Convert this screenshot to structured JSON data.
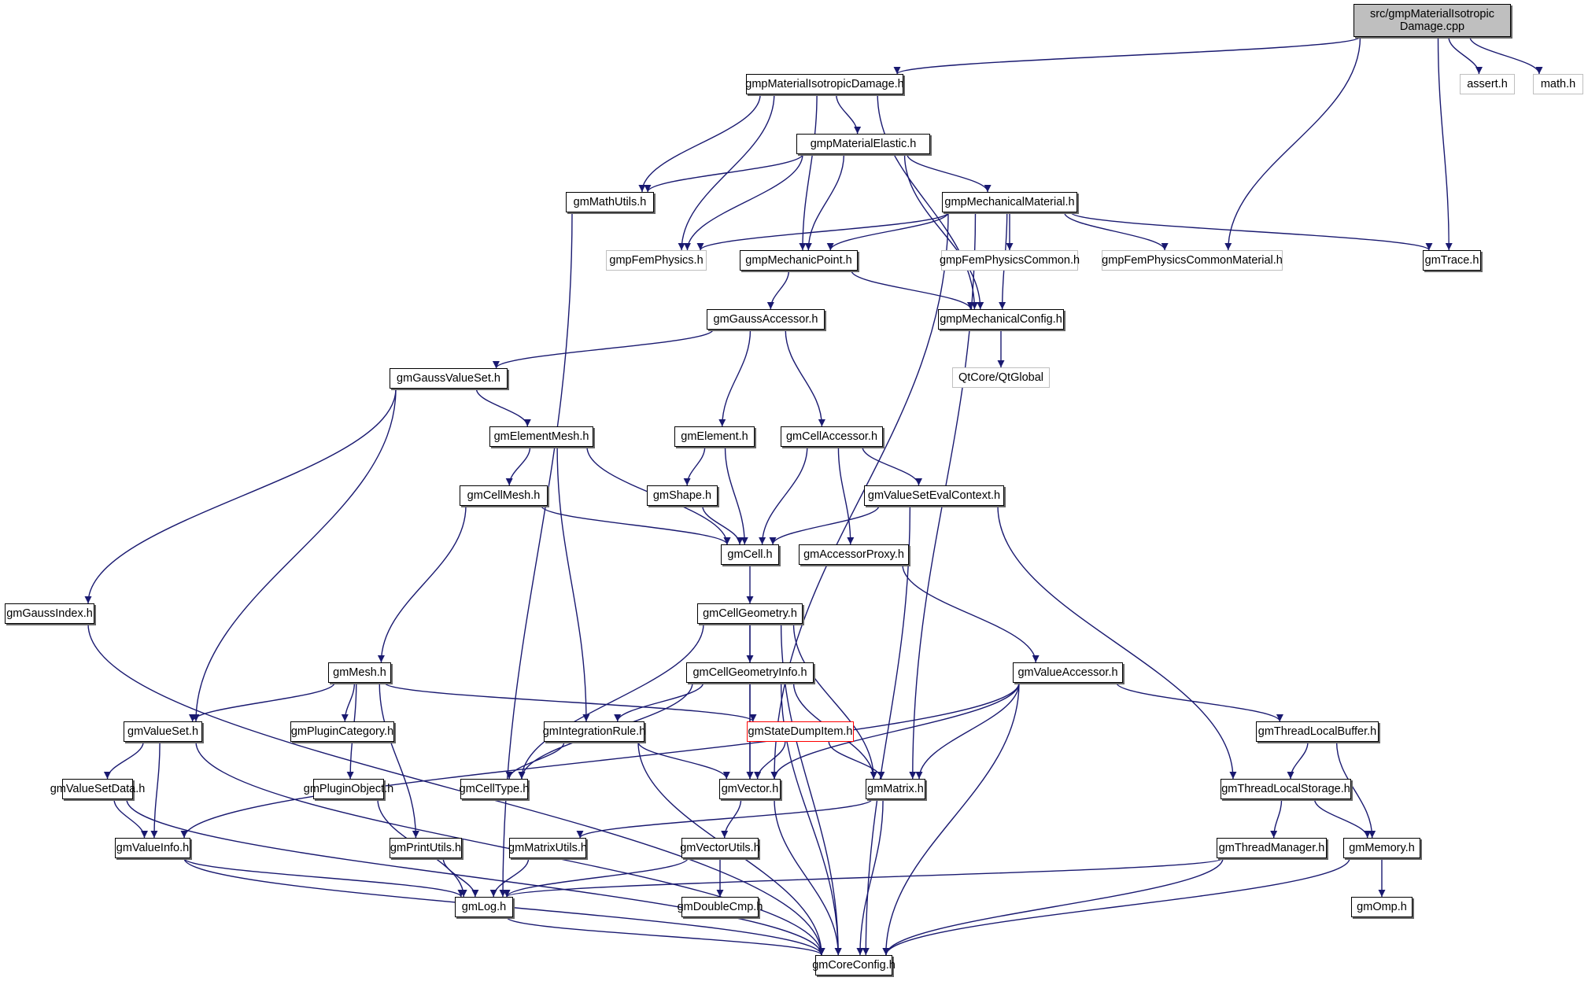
{
  "title": "Include dependency graph for src/gmpMaterialIsotropicDamage.cpp",
  "colors": {
    "edge": "#191970",
    "root_fill": "#bfbfbf",
    "external_border": "#bfbfbf",
    "highlight_border": "#ff0000"
  },
  "nodes": [
    {
      "id": "root",
      "label": "src/gmpMaterialIsotropic Damage.cpp",
      "kind": "root"
    },
    {
      "id": "isodmg",
      "label": "gmpMaterialIsotropicDamage.h",
      "kind": "normal"
    },
    {
      "id": "assert",
      "label": "assert.h",
      "kind": "external"
    },
    {
      "id": "math",
      "label": "math.h",
      "kind": "external"
    },
    {
      "id": "elastic",
      "label": "gmpMaterialElastic.h",
      "kind": "normal"
    },
    {
      "id": "mathutils",
      "label": "gmMathUtils.h",
      "kind": "normal"
    },
    {
      "id": "mechmat",
      "label": "gmpMechanicalMaterial.h",
      "kind": "normal"
    },
    {
      "id": "femphys",
      "label": "gmpFemPhysics.h",
      "kind": "external"
    },
    {
      "id": "mechpoint",
      "label": "gmpMechanicPoint.h",
      "kind": "normal"
    },
    {
      "id": "femcommon",
      "label": "gmpFemPhysicsCommon.h",
      "kind": "external"
    },
    {
      "id": "femcommonmat",
      "label": "gmpFemPhysicsCommonMaterial.h",
      "kind": "external"
    },
    {
      "id": "trace",
      "label": "gmTrace.h",
      "kind": "normal"
    },
    {
      "id": "gaussacc",
      "label": "gmGaussAccessor.h",
      "kind": "normal"
    },
    {
      "id": "mechconfig",
      "label": "gmpMechanicalConfig.h",
      "kind": "normal"
    },
    {
      "id": "qtglobal",
      "label": "QtCore/QtGlobal",
      "kind": "external"
    },
    {
      "id": "gaussvs",
      "label": "gmGaussValueSet.h",
      "kind": "normal"
    },
    {
      "id": "elemmesh",
      "label": "gmElementMesh.h",
      "kind": "normal"
    },
    {
      "id": "element",
      "label": "gmElement.h",
      "kind": "normal"
    },
    {
      "id": "cellacc",
      "label": "gmCellAccessor.h",
      "kind": "normal"
    },
    {
      "id": "cellmesh",
      "label": "gmCellMesh.h",
      "kind": "normal"
    },
    {
      "id": "shape",
      "label": "gmShape.h",
      "kind": "normal"
    },
    {
      "id": "vsevalctx",
      "label": "gmValueSetEvalContext.h",
      "kind": "normal"
    },
    {
      "id": "gaussidx",
      "label": "gmGaussIndex.h",
      "kind": "normal"
    },
    {
      "id": "cell",
      "label": "gmCell.h",
      "kind": "normal"
    },
    {
      "id": "accproxy",
      "label": "gmAccessorProxy.h",
      "kind": "normal"
    },
    {
      "id": "cellgeom",
      "label": "gmCellGeometry.h",
      "kind": "normal"
    },
    {
      "id": "mesh",
      "label": "gmMesh.h",
      "kind": "normal"
    },
    {
      "id": "cellgeominfo",
      "label": "gmCellGeometryInfo.h",
      "kind": "normal"
    },
    {
      "id": "valacc",
      "label": "gmValueAccessor.h",
      "kind": "normal"
    },
    {
      "id": "valueset",
      "label": "gmValueSet.h",
      "kind": "normal"
    },
    {
      "id": "plugincat",
      "label": "gmPluginCategory.h",
      "kind": "normal"
    },
    {
      "id": "intrule",
      "label": "gmIntegrationRule.h",
      "kind": "normal"
    },
    {
      "id": "statedump",
      "label": "gmStateDumpItem.h",
      "kind": "red"
    },
    {
      "id": "tlbuffer",
      "label": "gmThreadLocalBuffer.h",
      "kind": "normal"
    },
    {
      "id": "vsdata",
      "label": "gmValueSetData.h",
      "kind": "normal"
    },
    {
      "id": "pluginobj",
      "label": "gmPluginObject.h",
      "kind": "normal"
    },
    {
      "id": "celltype",
      "label": "gmCellType.h",
      "kind": "normal"
    },
    {
      "id": "vector",
      "label": "gmVector.h",
      "kind": "normal"
    },
    {
      "id": "matrix",
      "label": "gmMatrix.h",
      "kind": "normal"
    },
    {
      "id": "tlstorage",
      "label": "gmThreadLocalStorage.h",
      "kind": "normal"
    },
    {
      "id": "valinfo",
      "label": "gmValueInfo.h",
      "kind": "normal"
    },
    {
      "id": "printutils",
      "label": "gmPrintUtils.h",
      "kind": "normal"
    },
    {
      "id": "matrixutils",
      "label": "gmMatrixUtils.h",
      "kind": "normal"
    },
    {
      "id": "vectorutils",
      "label": "gmVectorUtils.h",
      "kind": "normal"
    },
    {
      "id": "threadmgr",
      "label": "gmThreadManager.h",
      "kind": "normal"
    },
    {
      "id": "memory",
      "label": "gmMemory.h",
      "kind": "normal"
    },
    {
      "id": "log",
      "label": "gmLog.h",
      "kind": "normal"
    },
    {
      "id": "doublecmp",
      "label": "gmDoubleCmp.h",
      "kind": "normal"
    },
    {
      "id": "omp",
      "label": "gmOmp.h",
      "kind": "normal"
    },
    {
      "id": "coreconfig",
      "label": "gmCoreConfig.h",
      "kind": "normal"
    }
  ],
  "edges": [
    [
      "root",
      "isodmg"
    ],
    [
      "root",
      "assert"
    ],
    [
      "root",
      "math"
    ],
    [
      "root",
      "femcommonmat"
    ],
    [
      "root",
      "trace"
    ],
    [
      "isodmg",
      "elastic"
    ],
    [
      "isodmg",
      "mathutils"
    ],
    [
      "isodmg",
      "femphys"
    ],
    [
      "isodmg",
      "mechpoint"
    ],
    [
      "isodmg",
      "mechconfig"
    ],
    [
      "elastic",
      "mathutils"
    ],
    [
      "elastic",
      "femphys"
    ],
    [
      "elastic",
      "mechpoint"
    ],
    [
      "elastic",
      "mechmat"
    ],
    [
      "elastic",
      "mechconfig"
    ],
    [
      "mathutils",
      "log"
    ],
    [
      "mechmat",
      "femphys"
    ],
    [
      "mechmat",
      "mechpoint"
    ],
    [
      "mechmat",
      "femcommon"
    ],
    [
      "mechmat",
      "femcommonmat"
    ],
    [
      "mechmat",
      "trace"
    ],
    [
      "mechmat",
      "mechconfig"
    ],
    [
      "mechmat",
      "vector"
    ],
    [
      "mechmat",
      "matrix"
    ],
    [
      "mechpoint",
      "gaussacc"
    ],
    [
      "mechpoint",
      "mechconfig"
    ],
    [
      "mechconfig",
      "qtglobal"
    ],
    [
      "gaussacc",
      "gaussvs"
    ],
    [
      "gaussacc",
      "element"
    ],
    [
      "gaussacc",
      "cellacc"
    ],
    [
      "gaussvs",
      "elemmesh"
    ],
    [
      "gaussvs",
      "gaussidx"
    ],
    [
      "gaussvs",
      "valueset"
    ],
    [
      "elemmesh",
      "cellmesh"
    ],
    [
      "elemmesh",
      "cell"
    ],
    [
      "elemmesh",
      "intrule"
    ],
    [
      "element",
      "shape"
    ],
    [
      "element",
      "cell"
    ],
    [
      "cellacc",
      "cell"
    ],
    [
      "cellacc",
      "accproxy"
    ],
    [
      "cellacc",
      "vsevalctx"
    ],
    [
      "cellmesh",
      "cell"
    ],
    [
      "cellmesh",
      "mesh"
    ],
    [
      "shape",
      "cell"
    ],
    [
      "vsevalctx",
      "cell"
    ],
    [
      "vsevalctx",
      "tlstorage"
    ],
    [
      "vsevalctx",
      "coreconfig"
    ],
    [
      "gaussidx",
      "coreconfig"
    ],
    [
      "cell",
      "cellgeom"
    ],
    [
      "accproxy",
      "valacc"
    ],
    [
      "cellgeom",
      "cellgeominfo"
    ],
    [
      "cellgeom",
      "celltype"
    ],
    [
      "cellgeom",
      "vector"
    ],
    [
      "cellgeom",
      "matrix"
    ],
    [
      "cellgeom",
      "coreconfig"
    ],
    [
      "mesh",
      "valueset"
    ],
    [
      "mesh",
      "plugincat"
    ],
    [
      "mesh",
      "pluginobj"
    ],
    [
      "mesh",
      "printutils"
    ],
    [
      "mesh",
      "statedump"
    ],
    [
      "cellgeominfo",
      "intrule"
    ],
    [
      "cellgeominfo",
      "celltype"
    ],
    [
      "cellgeominfo",
      "vector"
    ],
    [
      "cellgeominfo",
      "matrix"
    ],
    [
      "cellgeominfo",
      "coreconfig"
    ],
    [
      "valacc",
      "vector"
    ],
    [
      "valacc",
      "matrix"
    ],
    [
      "valacc",
      "valinfo"
    ],
    [
      "valacc",
      "tlbuffer"
    ],
    [
      "valacc",
      "coreconfig"
    ],
    [
      "valueset",
      "vsdata"
    ],
    [
      "valueset",
      "valinfo"
    ],
    [
      "valueset",
      "coreconfig"
    ],
    [
      "intrule",
      "celltype"
    ],
    [
      "intrule",
      "vector"
    ],
    [
      "intrule",
      "coreconfig"
    ],
    [
      "statedump",
      "vector"
    ],
    [
      "statedump",
      "matrix"
    ],
    [
      "tlbuffer",
      "tlstorage"
    ],
    [
      "tlbuffer",
      "memory"
    ],
    [
      "vsdata",
      "valinfo"
    ],
    [
      "vsdata",
      "coreconfig"
    ],
    [
      "pluginobj",
      "log"
    ],
    [
      "vector",
      "vectorutils"
    ],
    [
      "vector",
      "coreconfig"
    ],
    [
      "matrix",
      "matrixutils"
    ],
    [
      "matrix",
      "coreconfig"
    ],
    [
      "tlstorage",
      "threadmgr"
    ],
    [
      "tlstorage",
      "memory"
    ],
    [
      "valinfo",
      "log"
    ],
    [
      "valinfo",
      "coreconfig"
    ],
    [
      "printutils",
      "log"
    ],
    [
      "matrixutils",
      "log"
    ],
    [
      "vectorutils",
      "log"
    ],
    [
      "vectorutils",
      "doublecmp"
    ],
    [
      "threadmgr",
      "log"
    ],
    [
      "threadmgr",
      "coreconfig"
    ],
    [
      "memory",
      "omp"
    ],
    [
      "memory",
      "coreconfig"
    ],
    [
      "log",
      "coreconfig"
    ]
  ]
}
